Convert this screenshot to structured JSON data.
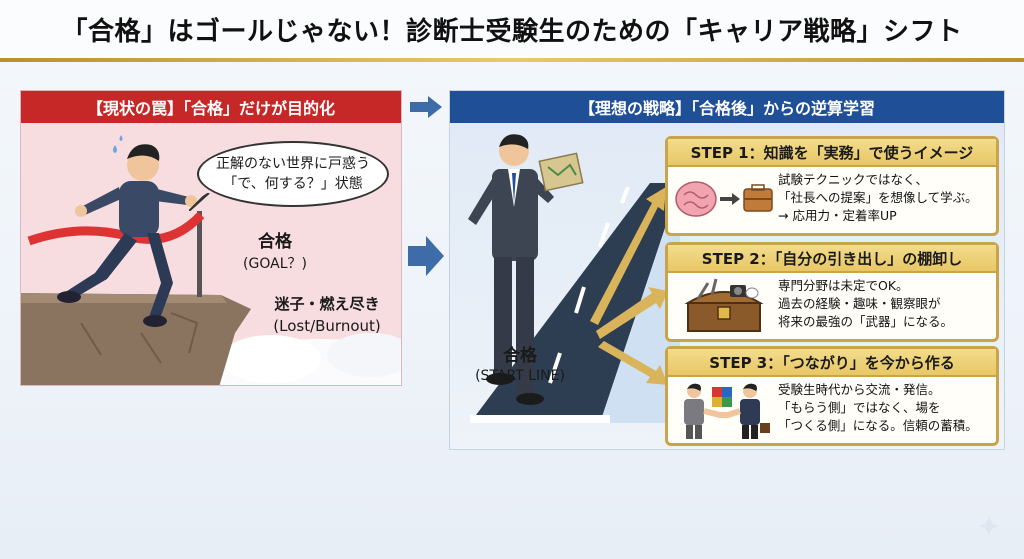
{
  "title": "「合格」はゴールじゃない！診断士受験生のための「キャリア戦略」シフト",
  "left": {
    "header": "【現状の罠】「合格」だけが目的化",
    "bubble_line1": "正解のない世界に戸惑う",
    "bubble_line2": "「で、何する？」状態",
    "goal_jp": "合格",
    "goal_en": "(GOAL？)",
    "lost_jp": "迷子・燃え尽き",
    "lost_en": "(Lost/Burnout)"
  },
  "right": {
    "header": "【理想の戦略】「合格後」からの逆算学習",
    "start_jp": "合格",
    "start_en": "(START LINE)",
    "steps": [
      {
        "title": "STEP 1：知識を「実務」で使うイメージ",
        "lines": [
          "試験テクニックではなく、",
          "「社長への提案」を想像して学ぶ。",
          "→ 応用力・定着率UP"
        ]
      },
      {
        "title": "STEP 2：「自分の引き出し」の棚卸し",
        "lines": [
          "専門分野は未定でOK。",
          "過去の経験・趣味・観察眼が",
          "将来の最強の「武器」になる。"
        ]
      },
      {
        "title": "STEP 3：「つながり」を今から作る",
        "lines": [
          "受験生時代から交流・発信。",
          "「もらう側」ではなく、場を",
          "「つくる側」になる。信頼の蓄積。"
        ]
      }
    ]
  },
  "colors": {
    "red_header": "#c62828",
    "blue_header": "#1f4f96",
    "gold": "#c9a44a",
    "arrow": "#3d6ca8"
  }
}
